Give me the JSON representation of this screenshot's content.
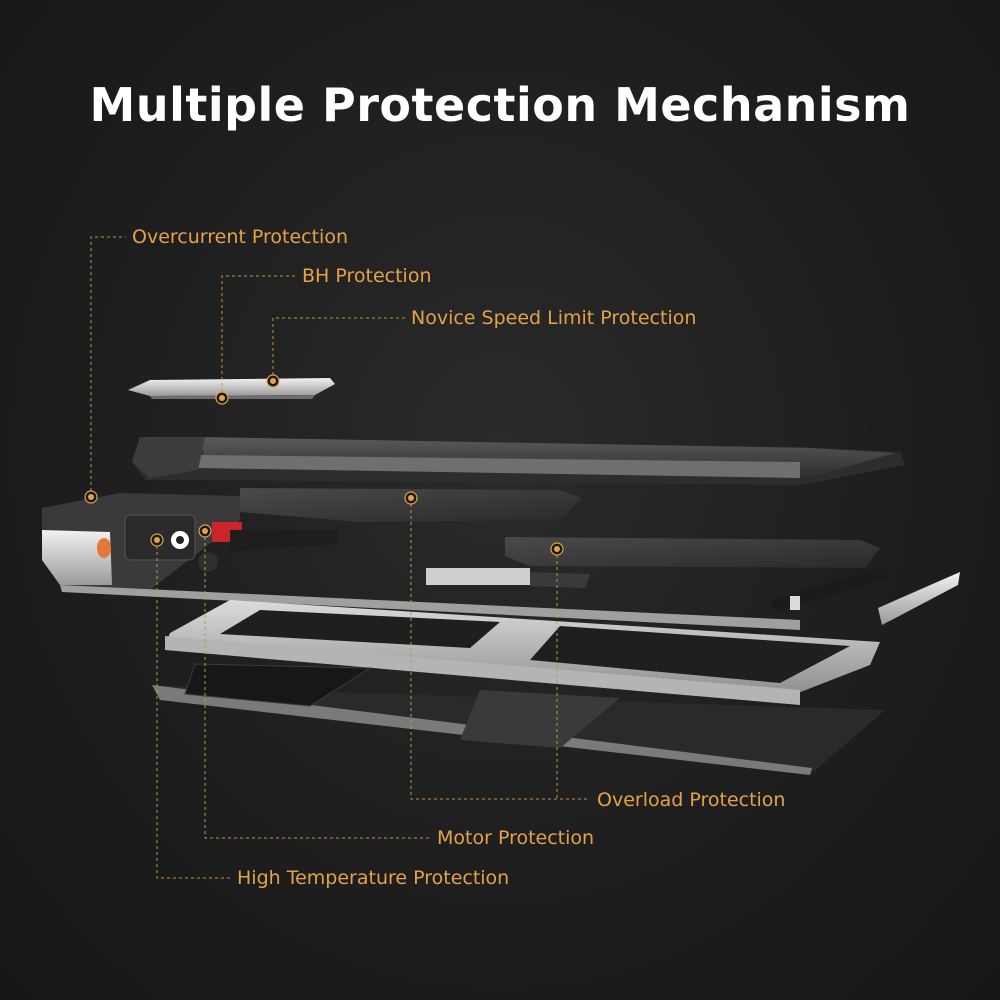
{
  "title": "Multiple Protection Mechanism",
  "colors": {
    "background": "#1c1c1c",
    "title": "#ffffff",
    "accent": "#e3a24a",
    "leader_line": "#c8914a"
  },
  "callouts": {
    "overcurrent": "Overcurrent Protection",
    "bh": "BH Protection",
    "novice_speed": "Novice Speed Limit Protection",
    "overload": "Overload Protection",
    "motor": "Motor Protection",
    "high_temperature": "High Temperature Protection"
  }
}
